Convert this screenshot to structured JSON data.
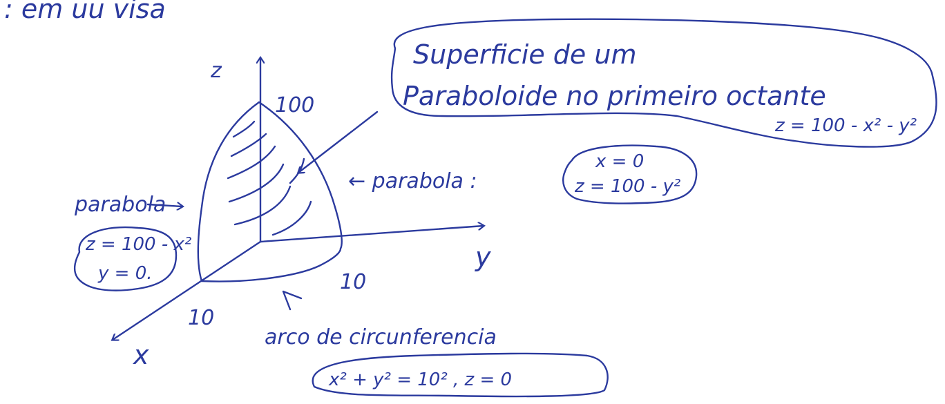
{
  "diagram": {
    "ink_color": "#2b3a9e",
    "header_fragment": ": em uu visa",
    "axes": {
      "z_label": "z",
      "y_label": "y",
      "x_label": "x",
      "z_tick": "100",
      "y_tick": "10",
      "x_tick": "10"
    },
    "surface_note": {
      "line1": "Superficie de um",
      "line2": "Paraboloide no primeiro octante",
      "equation": "z = 100 - x² - y²"
    },
    "right_parabola": {
      "label": "← parabola :",
      "cond": "x = 0",
      "equation": "z = 100 - y²"
    },
    "left_parabola": {
      "label": "parabola",
      "equation": "z = 100 - x²",
      "cond": "y = 0."
    },
    "arc_note": {
      "label": "arco de circunferencia",
      "equation": "x² + y² = 10² , z = 0"
    }
  }
}
